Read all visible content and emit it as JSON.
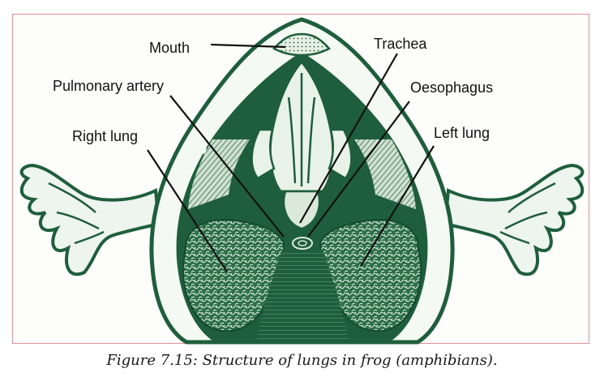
{
  "colors": {
    "ink": "#1f5e3c",
    "ink_dark": "#134a2c",
    "frame": "#d98f95",
    "paper": "#fdfefc"
  },
  "labels": {
    "mouth": "Mouth",
    "trachea": "Trachea",
    "pulmonary_artery": "Pulmonary artery",
    "oesophagus": "Oesophagus",
    "right_lung": "Right lung",
    "left_lung": "Left lung"
  },
  "caption": "Figure 7.15: Structure of lungs in frog (amphibians)."
}
